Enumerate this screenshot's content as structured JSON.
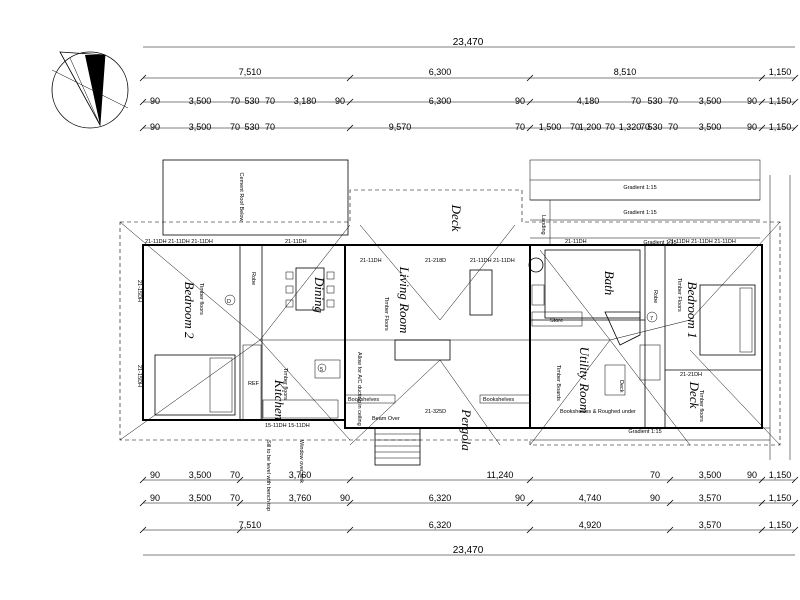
{
  "dimensions": {
    "overall_top": "23,470",
    "top_row1": [
      "7,510",
      "6,300",
      "8,510",
      "1,150"
    ],
    "top_row2": [
      "90",
      "3,500",
      "70",
      "530",
      "70",
      "3,180",
      "90",
      "6,300",
      "90",
      "4,180",
      "70",
      "530",
      "70",
      "3,500",
      "90",
      "1,150"
    ],
    "top_row3": [
      "90",
      "3,500",
      "70",
      "530",
      "70",
      "9,570",
      "70",
      "1,500",
      "70",
      "1,200",
      "70",
      "1,320",
      "70",
      "530",
      "70",
      "3,500",
      "90",
      "1,150"
    ],
    "bottom_row1": [
      "90",
      "3,500",
      "70",
      "3,760",
      "11,240",
      "70",
      "3,500",
      "90",
      "1,150"
    ],
    "bottom_row2": [
      "90",
      "3,500",
      "70",
      "3,760",
      "90",
      "6,320",
      "90",
      "4,740",
      "90",
      "3,570",
      "1,150"
    ],
    "bottom_row3": [
      "7,510",
      "6,320",
      "4,920",
      "3,570",
      "1,150"
    ],
    "overall_bottom": "23,470"
  },
  "rooms": {
    "bedroom2": "Bedroom 2",
    "dining": "Dining",
    "living": "Living Room",
    "kitchen": "Kitchen",
    "deck_top": "Deck",
    "bath": "Bath",
    "bedroom1": "Bedroom 1",
    "utility": "Utility Room",
    "deck_right": "Deck",
    "pergola": "Pergola"
  },
  "labels": {
    "gradient1": "Gradient 1:15",
    "gradient2": "Gradient 1:15",
    "gradient3": "Gradient 1:15",
    "gradient4": "Gradient 1:15",
    "landing": "Landing",
    "robe": "Robe",
    "store": "Store",
    "fridge": "REF",
    "bookshelves1": "Bookshelves",
    "bookshelves2": "Bookshelves",
    "beam_over": "Beam Over",
    "header_left": "21-11DH 21-11DH 21-11DH",
    "header_mid": "21-11DH",
    "header_living": "21-11DH",
    "header_21218d": "21-218D",
    "header_living2": "21-11DH 21-11DH",
    "header_bath": "21-11DH",
    "header_bed1": "21-11DH 21-11DH 21-11DH",
    "header_bottom": "21-325D",
    "header_kitchen": "15-11DH 15-11DH",
    "header_deckR": "21-21DH",
    "bed_left_v1": "21-15DH",
    "bed_left_v2": "21-15DH",
    "sill_note": "Sill to be level with bench top",
    "window_note": "Window over sink",
    "timber_floors1": "Timber floors",
    "timber_floors2": "Timber Floors",
    "timber_floors3": "Timber floors",
    "timber_floors4": "Timber Floors",
    "timber_floors5": "Timber Boards",
    "timber_floors6": "Timber floors",
    "ac_note": "Allow for A/C ducting in ceiling",
    "bookshelves_note": "Bookshelves & Roughed under",
    "cement": "Cement Roof Below",
    "deck_word": "Deck",
    "circle_d": "D",
    "circle_7": "7",
    "circle_5": "5"
  },
  "colors": {
    "line": "#000000",
    "background": "#ffffff"
  }
}
